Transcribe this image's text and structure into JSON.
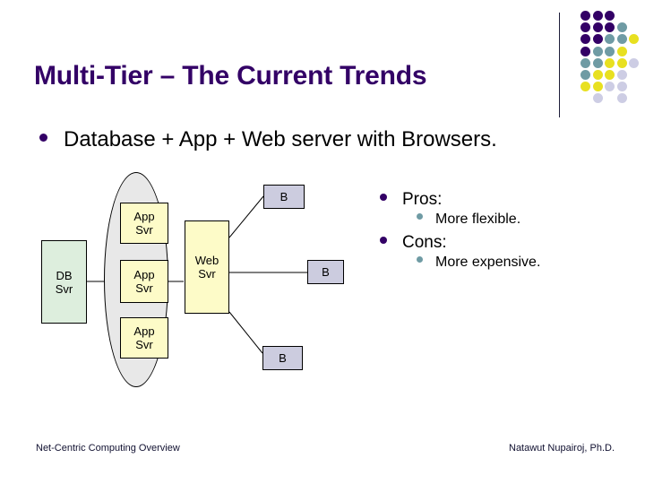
{
  "slide": {
    "title": "Multi-Tier – The Current Trends",
    "title_color": "#330066",
    "background": "#ffffff"
  },
  "lead_bullet": {
    "text": "Database + App + Web server with Browsers.",
    "marker_color": "#330066"
  },
  "pros_cons": [
    {
      "label": "Pros:",
      "marker_color": "#330066",
      "sub": [
        {
          "label": "More flexible.",
          "marker_color": "#6f9ba4"
        }
      ]
    },
    {
      "label": "Cons:",
      "marker_color": "#330066",
      "sub": [
        {
          "label": "More expensive.",
          "marker_color": "#6f9ba4"
        }
      ]
    }
  ],
  "diagram": {
    "db_server": {
      "line1": "DB",
      "line2": "Svr",
      "fill": "#ddeedd"
    },
    "app_servers": [
      {
        "line1": "App",
        "line2": "Svr",
        "fill": "#fdfbc8"
      },
      {
        "line1": "App",
        "line2": "Svr",
        "fill": "#fdfbc8"
      },
      {
        "line1": "App",
        "line2": "Svr",
        "fill": "#fdfbc8"
      }
    ],
    "web_server": {
      "line1": "Web",
      "line2": "Svr",
      "fill": "#fdfbc8"
    },
    "browsers": [
      {
        "label": "B",
        "fill": "#ccccdf"
      },
      {
        "label": "B",
        "fill": "#ccccdf"
      },
      {
        "label": "B",
        "fill": "#ccccdf"
      }
    ],
    "cluster_fill": "#e8e8e8"
  },
  "logo": {
    "colors": {
      "purple": "#330066",
      "teal": "#6f9ba4",
      "yellow": "#e8e020",
      "lavender": "#cdcde4"
    },
    "rule_color": "#1d1d3a"
  },
  "footer": {
    "left": "Net-Centric Computing Overview",
    "right": "Natawut Nupairoj, Ph.D."
  }
}
